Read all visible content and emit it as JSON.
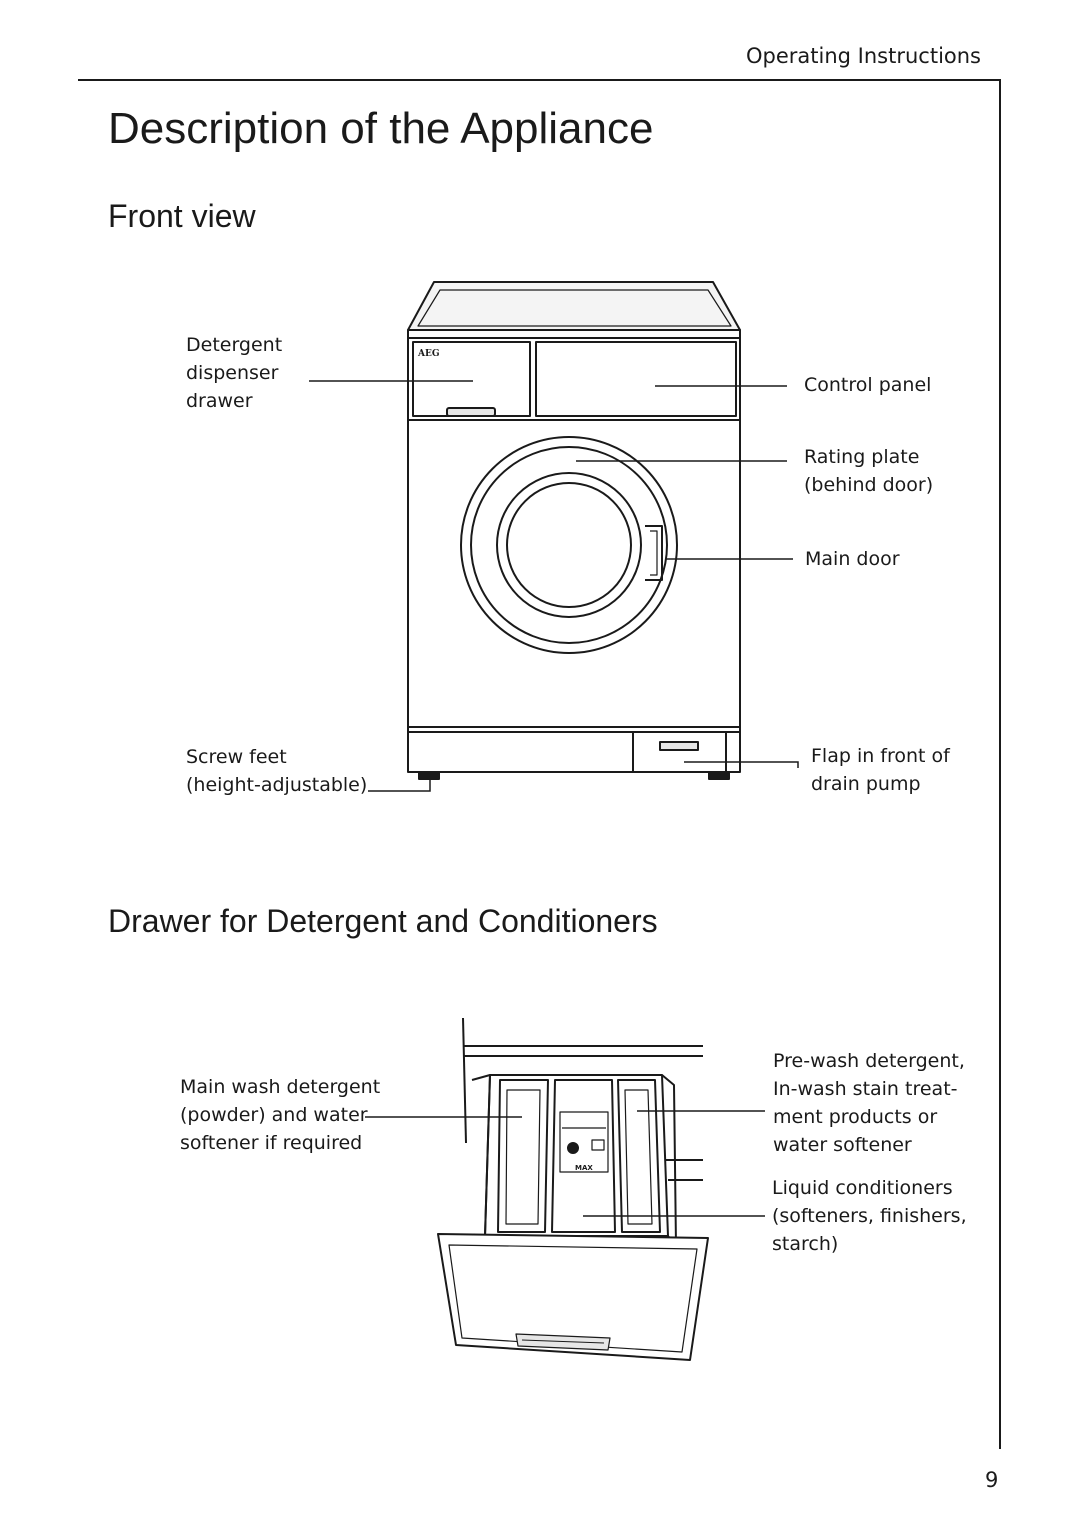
{
  "header": {
    "running_title": "Operating Instructions"
  },
  "page": {
    "title": "Description of the Appliance",
    "page_number": "9"
  },
  "front_view": {
    "heading": "Front view",
    "brand_mark": "AEG",
    "labels": {
      "detergent_dispenser": [
        "Detergent",
        "dispenser",
        "drawer"
      ],
      "control_panel": [
        "Control panel"
      ],
      "rating_plate": [
        "Rating plate",
        "(behind door)"
      ],
      "main_door": [
        "Main door"
      ],
      "screw_feet": [
        "Screw feet",
        "(height-adjustable)"
      ],
      "flap": [
        "Flap in front of",
        "drain pump"
      ]
    }
  },
  "drawer_section": {
    "heading": "Drawer for Detergent and Conditioners",
    "max_mark": "MAX",
    "labels": {
      "main_wash": [
        "Main wash detergent",
        "(powder) and water",
        "softener if required"
      ],
      "pre_wash": [
        "Pre-wash detergent,",
        "In-wash stain treat-",
        "ment products or",
        "water softener"
      ],
      "liquid_conditioners": [
        "Liquid conditioners",
        "(softeners, finishers,",
        "starch)"
      ]
    }
  }
}
